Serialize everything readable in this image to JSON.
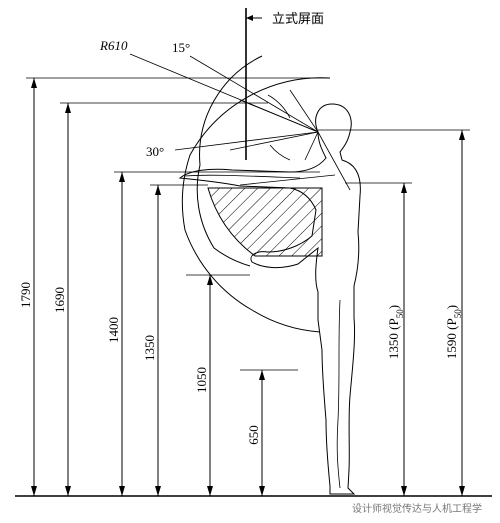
{
  "labels": {
    "screen": "立式屏面",
    "radius": "R610",
    "angle_up": "15°",
    "angle_down": "30°"
  },
  "dimensions_left": [
    {
      "value": "1790"
    },
    {
      "value": "1690"
    },
    {
      "value": "1400"
    },
    {
      "value": "1350"
    },
    {
      "value": "1050"
    },
    {
      "value": "650"
    }
  ],
  "dimensions_right": [
    {
      "value": "1350 (P",
      "sub": "50",
      "close": ")"
    },
    {
      "value": "1590 (P",
      "sub": "50",
      "close": ")"
    }
  ],
  "watermark": "设计师视觉传达与人机工程学"
}
